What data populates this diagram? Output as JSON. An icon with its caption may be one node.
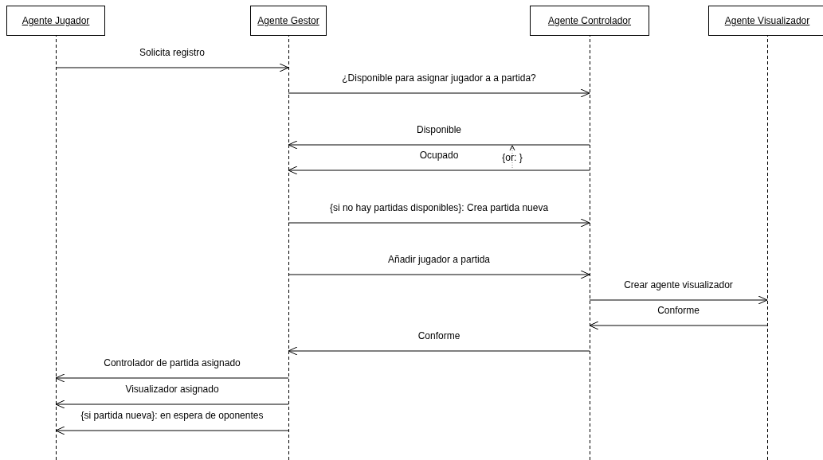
{
  "diagram": {
    "nodes": [
      {
        "text": [
          "Agente Jugador"
        ]
      },
      {
        "text": [
          "Agente Gestor"
        ]
      },
      {
        "text": [
          "Agente Controlador"
        ]
      },
      {
        "text": [
          "Agente Visualizador"
        ]
      }
    ],
    "edges": [
      {
        "from": 0,
        "to": 1,
        "arrow": "to",
        "label": "Solicita registro"
      },
      {
        "from": 1,
        "to": 2,
        "arrow": "to",
        "label": "¿Disponible para asignar jugador a a partida?"
      },
      {
        "from": 2,
        "to": 1,
        "arrow": "to",
        "label": "Disponible"
      },
      {
        "from": 2,
        "to": 1,
        "arrow": "to",
        "label": "Ocupado"
      },
      {
        "from": 1,
        "to": 2,
        "arrow": "to",
        "label": "{si no hay partidas disponibles}: Crea partida nueva"
      },
      {
        "from": 1,
        "to": 2,
        "arrow": "to",
        "label": "Añadir jugador a partida"
      },
      {
        "from": 2,
        "to": 3,
        "arrow": "to",
        "label": "Crear agente visualizador"
      },
      {
        "from": 3,
        "to": 2,
        "arrow": "to",
        "label": "Conforme"
      },
      {
        "from": 2,
        "to": 1,
        "arrow": "to",
        "label": "Conforme"
      },
      {
        "from": 1,
        "to": 0,
        "arrow": "to",
        "label": "Controlador de partida asignado"
      },
      {
        "from": 1,
        "to": 0,
        "arrow": "to",
        "label": "Visualizador asignado"
      },
      {
        "from": 1,
        "to": 0,
        "arrow": "to",
        "label": "{si partida nueva}: en espera de oponentes"
      }
    ],
    "labels": [
      "{or: }"
    ]
  }
}
